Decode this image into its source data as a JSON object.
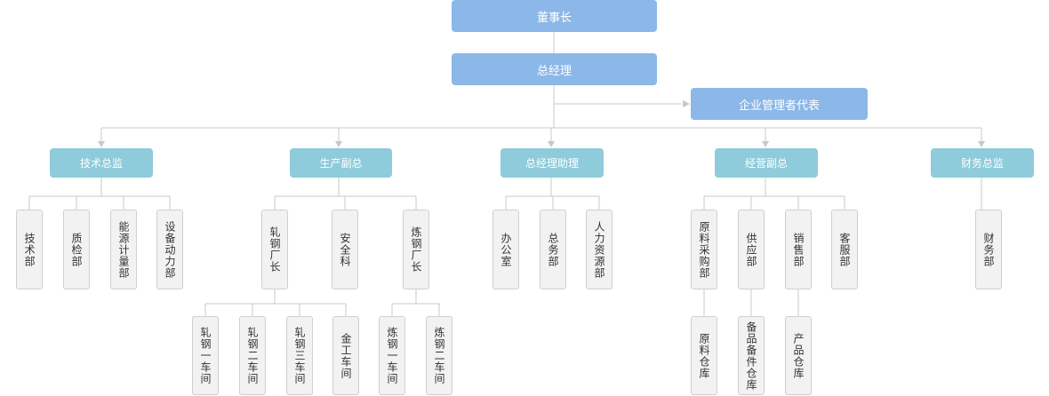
{
  "org": {
    "chairman": "董事长",
    "gm": "总经理",
    "rep": "企业管理者代表",
    "tech": {
      "head": "技术总监",
      "units": [
        "技术部",
        "质检部",
        "能源计量部",
        "设备动力部"
      ]
    },
    "prod": {
      "head": "生产副总",
      "units": [
        "轧钢厂长",
        "安全科",
        "炼钢厂长"
      ],
      "workshops_rolling": [
        "轧钢一车间",
        "轧钢二车间",
        "轧钢三车间",
        "金工车间"
      ],
      "workshops_steel": [
        "炼钢一车间",
        "炼钢二车间"
      ]
    },
    "assist": {
      "head": "总经理助理",
      "units": [
        "办公室",
        "总务部",
        "人力资源部"
      ]
    },
    "sales": {
      "head": "经营副总",
      "units": [
        "原料采购部",
        "供应部",
        "销售部",
        "客服部"
      ],
      "stores": [
        "原料仓库",
        "备品备件仓库",
        "产品仓库"
      ]
    },
    "fin": {
      "head": "财务总监",
      "units": [
        "财务部"
      ]
    }
  }
}
